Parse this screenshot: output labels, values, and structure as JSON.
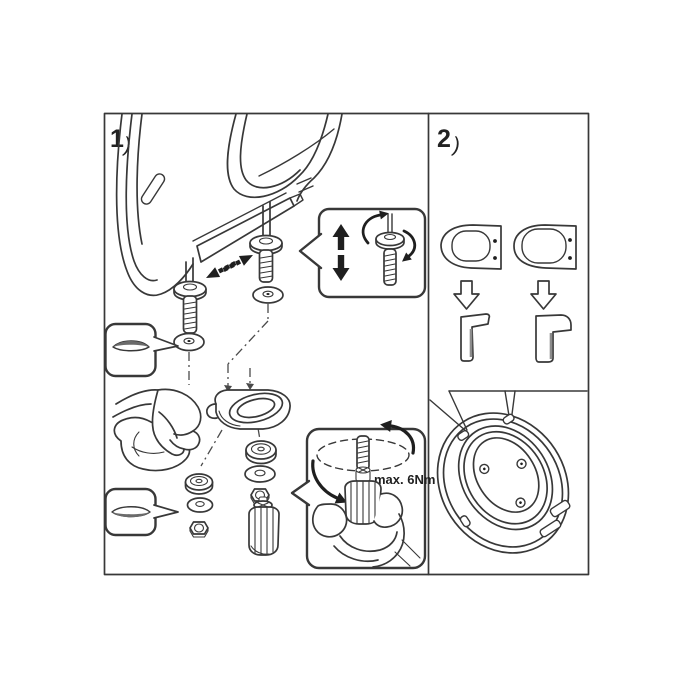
{
  "sheet": {
    "type": "toilet-seat-installation-instructions",
    "colors": {
      "line": "#383838",
      "ink": "#1f1f1f",
      "paper": "#ffffff",
      "shade": "#8c8c8c",
      "lead": "#4a4a4a"
    },
    "steps": {
      "step1": {
        "number": "1",
        "paren": ")",
        "torque_note": "max. 6Nm"
      },
      "step2": {
        "number": "2",
        "paren": ")"
      }
    },
    "icons": {
      "up_down_adjust": "solid up and down arrows",
      "rotate_bolt": "curved arrows around bolt",
      "slide_adjust": "dashed left and right arrows",
      "buffer_pad": "lens shaped pad in side callout",
      "down_arrow_outline": "hollow down arrow",
      "toilet_outline_a": "pan outline with 2 fixing holes",
      "toilet_outline_b": "wider pan outline with 2 fixing holes",
      "seat_profile_a": "thin L profile",
      "seat_profile_b": "thick L profile"
    }
  }
}
